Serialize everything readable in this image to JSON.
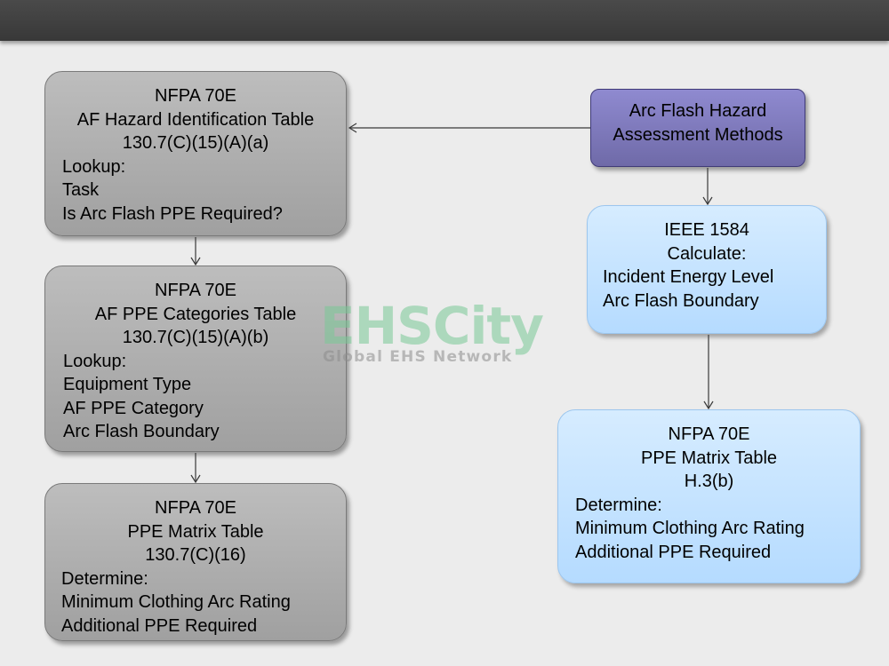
{
  "watermark": {
    "logo": "EHSCity",
    "tagline": "Global EHS Network"
  },
  "boxes": {
    "assessment": {
      "lines": [
        "Arc Flash Hazard",
        "Assessment Methods"
      ]
    },
    "hazard_id": {
      "header": [
        "NFPA 70E",
        "AF Hazard Identification Table",
        "130.7(C)(15)(A)(a)"
      ],
      "body": [
        "Lookup:",
        "Task",
        "Is Arc Flash PPE Required?"
      ]
    },
    "ppe_categories": {
      "header": [
        "NFPA 70E",
        "AF PPE Categories Table",
        "130.7(C)(15)(A)(b)"
      ],
      "body": [
        "Lookup:",
        "Equipment Type",
        "AF PPE Category",
        "Arc Flash Boundary"
      ]
    },
    "ppe_matrix_left": {
      "header": [
        "NFPA 70E",
        "PPE Matrix Table",
        "130.7(C)(16)"
      ],
      "body": [
        "Determine:",
        "Minimum Clothing Arc Rating",
        "Additional PPE Required"
      ]
    },
    "ieee": {
      "header": [
        "IEEE 1584",
        "Calculate:"
      ],
      "body": [
        "Incident Energy Level",
        "Arc Flash Boundary"
      ]
    },
    "ppe_matrix_right": {
      "header": [
        "NFPA 70E",
        "PPE Matrix Table",
        "H.3(b)"
      ],
      "body": [
        "Determine:",
        "Minimum Clothing Arc Rating",
        "Additional PPE Required"
      ]
    }
  }
}
